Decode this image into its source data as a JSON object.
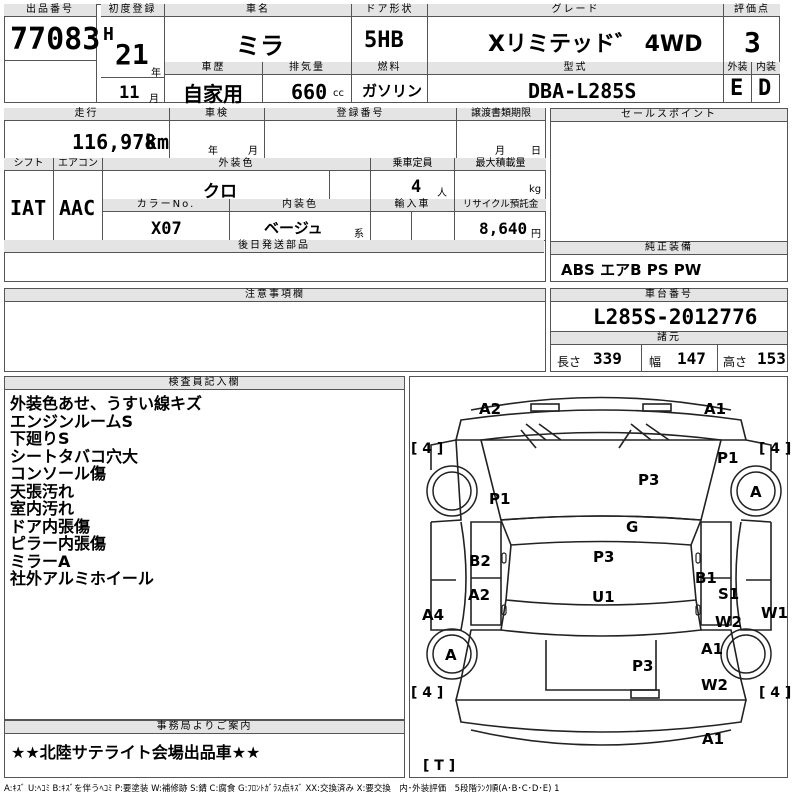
{
  "header": {
    "lot_label": "出品番号",
    "lot_number": "77083",
    "first_reg_label": "初度登録",
    "era": "H",
    "year": "21",
    "year_unit": "年",
    "month": "11",
    "month_unit": "月",
    "car_name_label": "車名",
    "car_name": "ミラ",
    "door_label": "ドア形状",
    "door": "5HB",
    "grade_label": "グレード",
    "grade": "Xリミテッド゛ 4WD",
    "score_label": "評価点",
    "score": "3",
    "history_label": "車歴",
    "history": "自家用",
    "displacement_label": "排気量",
    "displacement": "660",
    "displacement_unit": "cc",
    "fuel_label": "燃料",
    "fuel": "ガソリン",
    "model_label": "型式",
    "model": "DBA-L285S",
    "exterior_label": "外装",
    "exterior": "E",
    "interior_label": "内装",
    "interior": "D"
  },
  "row2": {
    "mileage_label": "走行",
    "mileage": "116,978",
    "mileage_unit": "km",
    "inspection_label": "車検",
    "insp_year_unit": "年",
    "insp_month_unit": "月",
    "reg_label": "登録番号",
    "doc_label": "譲渡書類期限",
    "doc_month_unit": "月",
    "doc_day_unit": "日",
    "sales_label": "セールスポイント",
    "shift_label": "シフト",
    "shift": "IAT",
    "ac_label": "エアコン",
    "ac": "AAC",
    "color_label": "外装色",
    "color": "クロ",
    "capacity_label": "乗車定員",
    "capacity": "4",
    "capacity_unit": "人",
    "load_label": "最大積載量",
    "load_unit": "kg",
    "color_no_label": "カラーNo.",
    "color_no": "X07",
    "int_color_label": "内装色",
    "int_color": "ベージュ",
    "int_color_unit": "系",
    "import_label": "輸入車",
    "recycle_label": "リサイクル預託金",
    "recycle": "8,640",
    "recycle_unit": "円",
    "later_label": "後日発送部品",
    "equip_label": "純正装備",
    "equip": "ABS エアB PS PW"
  },
  "row3": {
    "caution_label": "注意事項欄",
    "chassis_label": "車台番号",
    "chassis": "L285S-2012776",
    "spec_label": "諸元",
    "length_label": "長さ",
    "length": "339",
    "width_label": "幅",
    "width": "147",
    "height_label": "高さ",
    "height": "153"
  },
  "inspector": {
    "label": "検査員記入欄",
    "notes": [
      "外装色あせ、うすい線キズ",
      "エンジンルームS",
      "下廻りS",
      "シートタバコ穴大",
      "コンソール傷",
      "天張汚れ",
      "室内汚れ",
      "ドア内張傷",
      "ピラー内張傷",
      "ミラーA",
      "社外アルミホイール"
    ]
  },
  "office": {
    "label": "事務局よりご案内",
    "text": "★★北陸サテライト会場出品車★★"
  },
  "diagram": {
    "marks": {
      "a2_top": "A2",
      "a1_top": "A1",
      "tire_fl": "[ 4 ]",
      "tire_fr": "[ 4 ]",
      "tire_rl": "[ 4 ]",
      "tire_rr": "[ 4 ]",
      "p1_right": "P1",
      "a_right": "A",
      "p1_left": "P1",
      "p3_hood": "P3",
      "g_glass": "G",
      "b2_left": "B2",
      "p3_roof": "P3",
      "b1_right": "B1",
      "a2_left": "A2",
      "u1_center": "U1",
      "s1_right": "S1",
      "a4_left": "A4",
      "w2_right": "W2",
      "w1_right": "W1",
      "a_left": "A",
      "a1_right": "A1",
      "p3_rear": "P3",
      "w2_rear": "W2",
      "a1_bottom": "A1",
      "t_label": "[ T ]"
    }
  },
  "legend": "A:ｷｽﾞ U:ﾍｺﾐ B:ｷｽﾞを伴うﾍｺﾐ P:要塗装 W:補修跡 S:錆 C:腐食 G:ﾌﾛﾝﾄｶﾞﾗｽ点ｷｽﾞ XX:交換済み X:要交換　内･外装評価　5段階ﾗﾝｸ順(A･B･C･D･E) 1"
}
